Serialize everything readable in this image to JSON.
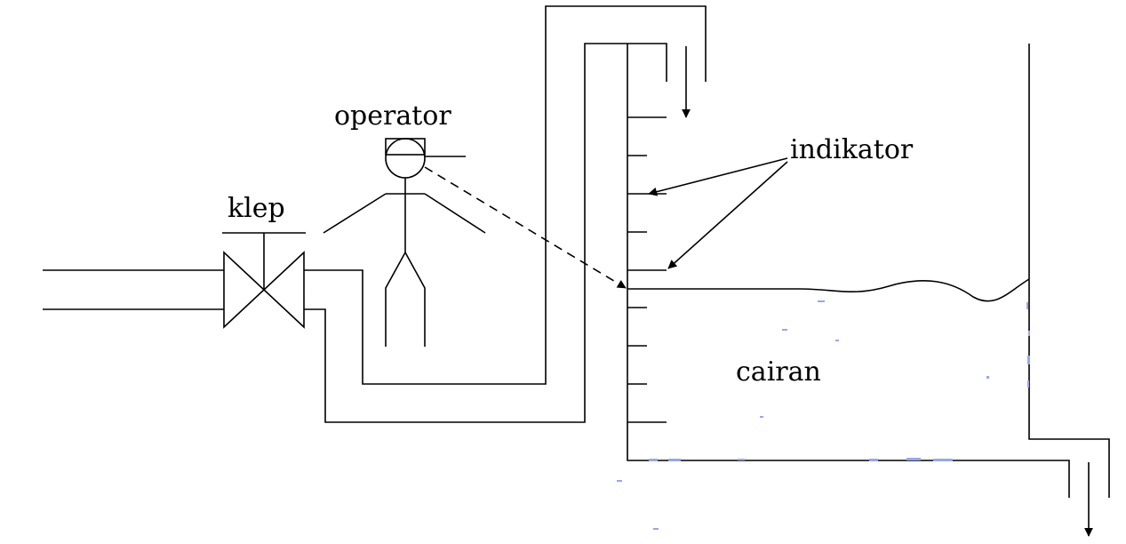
{
  "labels": {
    "operator": "operator",
    "valve": "klep",
    "indicator": "indikator",
    "liquid": "cairan"
  },
  "colors": {
    "line": "#000000",
    "background": "#ffffff",
    "speckle": "#9aa6e6"
  }
}
